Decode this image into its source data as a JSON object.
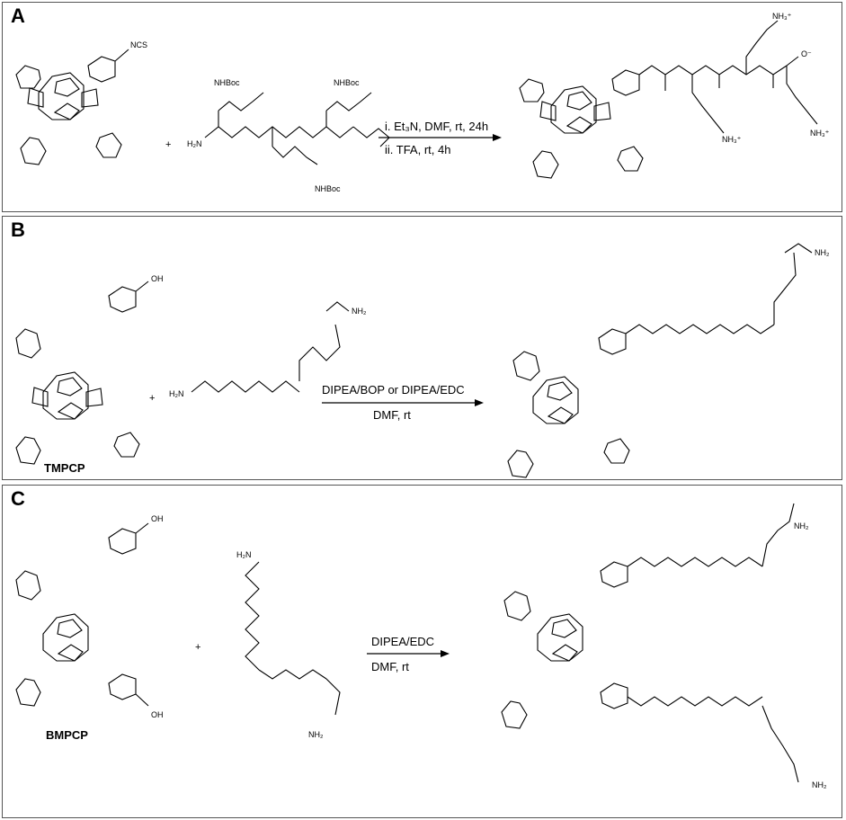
{
  "panels": {
    "A": {
      "letter": "A",
      "plus": "+",
      "reagent_line1": "i. Et₃N, DMF, rt, 24h",
      "reagent_line2": "ii. TFA, rt, 4h",
      "labels": {
        "ncs": "NCS",
        "nhboc1": "NHBoc",
        "nhboc2": "NHBoc",
        "nhboc3": "NHBoc",
        "h2n": "H₂N",
        "nh3_1": "NH₃⁺",
        "nh3_2": "NH₃⁺",
        "nh3_3": "NH₃⁺",
        "o_minus": "O⁻"
      }
    },
    "B": {
      "letter": "B",
      "plus": "+",
      "reagent_line1": "DIPEA/BOP or DIPEA/EDC",
      "reagent_line2": "DMF, rt",
      "compound": "TMPCP",
      "labels": {
        "oh": "OH",
        "nh2": "NH₂",
        "h2n": "H₂N"
      }
    },
    "C": {
      "letter": "C",
      "plus": "+",
      "reagent_line1": "DIPEA/EDC",
      "reagent_line2": "DMF, rt",
      "compound": "BMPCP",
      "labels": {
        "oh": "OH",
        "nh2": "NH₂",
        "h2n": "H₂N"
      }
    }
  }
}
